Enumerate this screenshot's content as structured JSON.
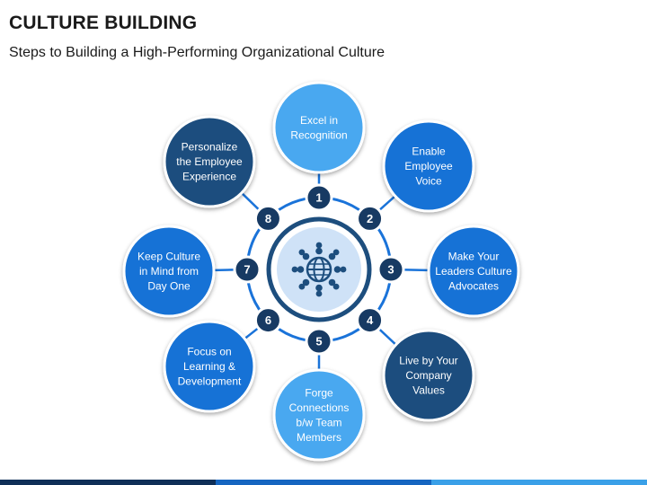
{
  "header": {
    "title": "CULTURE BUILDING",
    "subtitle": "Steps to Building a High-Performing Organizational Culture"
  },
  "colors": {
    "dark": "#1d4e7e",
    "mid": "#1572d6",
    "light": "#4aa8f0",
    "ring": "#1a73d9",
    "num_bg": "#173a63",
    "hub_fill": "#cfe2f7",
    "hub_ring": "#1d4e7e"
  },
  "hub": {
    "icon": "global-team-icon"
  },
  "steps": [
    {
      "num": "1",
      "lines": [
        "Excel in",
        "Recognition"
      ],
      "tone": "light"
    },
    {
      "num": "2",
      "lines": [
        "Enable",
        "Employee",
        "Voice"
      ],
      "tone": "mid"
    },
    {
      "num": "3",
      "lines": [
        "Make Your",
        "Leaders Culture",
        "Advocates"
      ],
      "tone": "mid"
    },
    {
      "num": "4",
      "lines": [
        "Live by Your",
        "Company",
        "Values"
      ],
      "tone": "dark"
    },
    {
      "num": "5",
      "lines": [
        "Forge",
        "Connections",
        "b/w Team",
        "Members"
      ],
      "tone": "light"
    },
    {
      "num": "6",
      "lines": [
        "Focus on",
        "Learning &",
        "Development"
      ],
      "tone": "mid"
    },
    {
      "num": "7",
      "lines": [
        "Keep Culture",
        "in Mind from",
        "Day One"
      ],
      "tone": "mid"
    },
    {
      "num": "8",
      "lines": [
        "Personalize",
        "the Employee",
        "Experience"
      ],
      "tone": "dark"
    }
  ]
}
